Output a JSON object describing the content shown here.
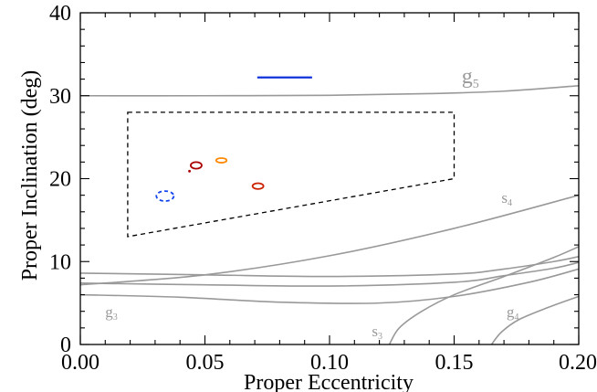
{
  "chart_data": {
    "type": "line",
    "title": "",
    "xlabel": "Proper Eccentricity",
    "ylabel": "Proper Inclination (deg)",
    "xlim": [
      0.0,
      0.2
    ],
    "ylim": [
      0,
      40
    ],
    "xticks": [
      0.0,
      0.05,
      0.1,
      0.15,
      0.2
    ],
    "xtick_labels": [
      "0.00",
      "0.05",
      "0.10",
      "0.15",
      "0.20"
    ],
    "yticks": [
      0,
      10,
      20,
      30,
      40
    ],
    "ytick_labels": [
      "0",
      "10",
      "20",
      "30",
      "40"
    ],
    "grid": false,
    "resonance_curves": [
      {
        "color": "#999999",
        "points": [
          [
            0.0,
            30.0
          ],
          [
            0.05,
            30.0
          ],
          [
            0.1,
            30.05
          ],
          [
            0.14,
            30.25
          ],
          [
            0.17,
            30.55
          ],
          [
            0.2,
            31.2
          ]
        ]
      },
      {
        "color": "#999999",
        "points": [
          [
            0.0,
            8.6
          ],
          [
            0.05,
            8.4
          ],
          [
            0.1,
            8.2
          ],
          [
            0.15,
            8.5
          ],
          [
            0.17,
            9.1
          ],
          [
            0.19,
            10.0
          ],
          [
            0.2,
            10.6
          ]
        ]
      },
      {
        "color": "#999999",
        "points": [
          [
            0.0,
            7.4
          ],
          [
            0.05,
            7.2
          ],
          [
            0.1,
            7.05
          ],
          [
            0.15,
            7.5
          ],
          [
            0.17,
            8.3
          ],
          [
            0.19,
            9.2
          ],
          [
            0.2,
            9.9
          ]
        ]
      },
      {
        "color": "#999999",
        "points": [
          [
            0.0,
            6.0
          ],
          [
            0.04,
            5.7
          ],
          [
            0.08,
            5.1
          ],
          [
            0.12,
            5.0
          ],
          [
            0.15,
            5.8
          ],
          [
            0.18,
            7.5
          ],
          [
            0.2,
            9.1
          ]
        ]
      },
      {
        "color": "#999999",
        "points": [
          [
            0.0,
            7.2
          ],
          [
            0.05,
            8.4
          ],
          [
            0.1,
            10.7
          ],
          [
            0.15,
            14.0
          ],
          [
            0.2,
            18.0
          ]
        ]
      },
      {
        "color": "#999999",
        "points": [
          [
            0.124,
            0.0
          ],
          [
            0.128,
            2.0
          ],
          [
            0.137,
            4.0
          ],
          [
            0.15,
            6.0
          ],
          [
            0.17,
            8.2
          ],
          [
            0.19,
            10.5
          ],
          [
            0.2,
            11.8
          ]
        ]
      },
      {
        "color": "#999999",
        "points": [
          [
            0.165,
            0.0
          ],
          [
            0.169,
            1.5
          ],
          [
            0.176,
            3.0
          ],
          [
            0.188,
            4.5
          ],
          [
            0.2,
            5.8
          ]
        ]
      }
    ],
    "curve_labels": [
      {
        "text": "g",
        "sub": "5",
        "x": 0.153,
        "y": 31.5,
        "size": 24
      },
      {
        "text": "s",
        "sub": "4",
        "x": 0.169,
        "y": 17.1,
        "size": 17
      },
      {
        "text": "g",
        "sub": "3",
        "x": 0.01,
        "y": 3.3,
        "size": 17
      },
      {
        "text": "s",
        "sub": "3",
        "x": 0.117,
        "y": 1.0,
        "size": 17
      },
      {
        "text": "g",
        "sub": "4",
        "x": 0.171,
        "y": 3.3,
        "size": 17
      }
    ],
    "region_polygon": {
      "points": [
        [
          0.019,
          28.0
        ],
        [
          0.15,
          28.0
        ],
        [
          0.15,
          20.0
        ],
        [
          0.019,
          13.0
        ]
      ],
      "color": "#000000",
      "dashed": true
    },
    "blue_segment": {
      "x": [
        0.071,
        0.093
      ],
      "y": 32.2,
      "color": "#1133dd"
    },
    "ellipses": [
      {
        "cx": 0.034,
        "cy": 17.9,
        "rx": 0.0035,
        "ry": 0.6,
        "color": "#1144ee",
        "dashed": true
      },
      {
        "cx": 0.0465,
        "cy": 21.6,
        "rx": 0.0022,
        "ry": 0.4,
        "color": "#aa0000",
        "dashed": false
      },
      {
        "cx": 0.0566,
        "cy": 22.2,
        "rx": 0.0021,
        "ry": 0.28,
        "color": "#ff8800",
        "dashed": false
      },
      {
        "cx": 0.0713,
        "cy": 19.1,
        "rx": 0.0022,
        "ry": 0.35,
        "color": "#cc2200",
        "dashed": false
      }
    ],
    "point_markers": [
      {
        "x": 0.0438,
        "y": 20.9,
        "color": "#aa0000"
      }
    ]
  }
}
